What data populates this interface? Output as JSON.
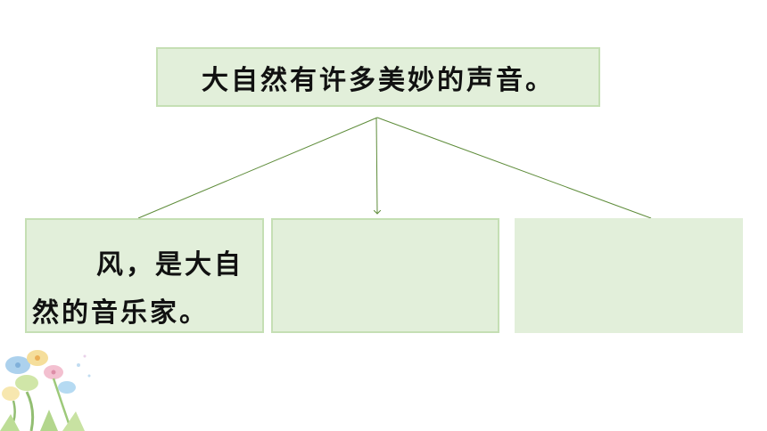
{
  "diagram": {
    "main_idea": "大自然有许多美妙的声音。",
    "branches": [
      {
        "text_line1": "风，是大自",
        "text_line2": "然的音乐家。"
      },
      {
        "text": ""
      },
      {
        "text": ""
      }
    ]
  },
  "colors": {
    "box_fill": "#e2efda",
    "box_border": "#c5dfb4",
    "connector_line": "#5e8c3a"
  },
  "icons": {
    "corner_decoration": "flower-cluster-icon"
  }
}
